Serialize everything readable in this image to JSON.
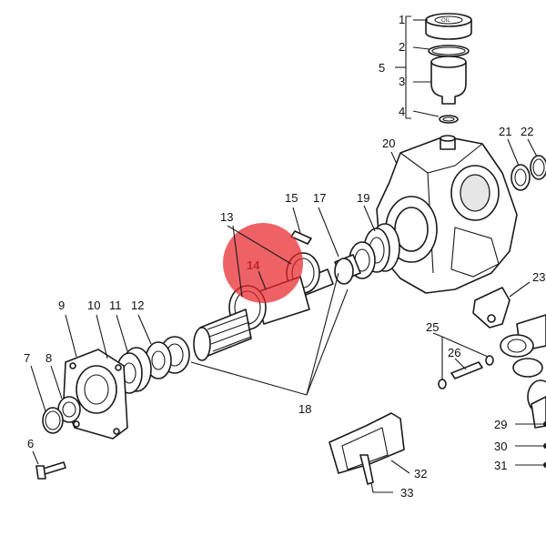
{
  "diagram": {
    "highlight_color": "#e8252b",
    "highlighted_part": "14",
    "cap_marking": "OIL"
  },
  "callouts": {
    "p1": "1",
    "p2": "2",
    "p3": "3",
    "p4": "4",
    "p5": "5",
    "p6": "6",
    "p7": "7",
    "p8": "8",
    "p9": "9",
    "p10": "10",
    "p11": "11",
    "p12": "12",
    "p13": "13",
    "p14": "14",
    "p15": "15",
    "p17": "17",
    "p18": "18",
    "p19": "19",
    "p20": "20",
    "p21": "21",
    "p22": "22",
    "p23": "23",
    "p25": "25",
    "p26": "26",
    "p29": "29",
    "p30": "30",
    "p31": "31",
    "p32": "32",
    "p33": "33"
  }
}
